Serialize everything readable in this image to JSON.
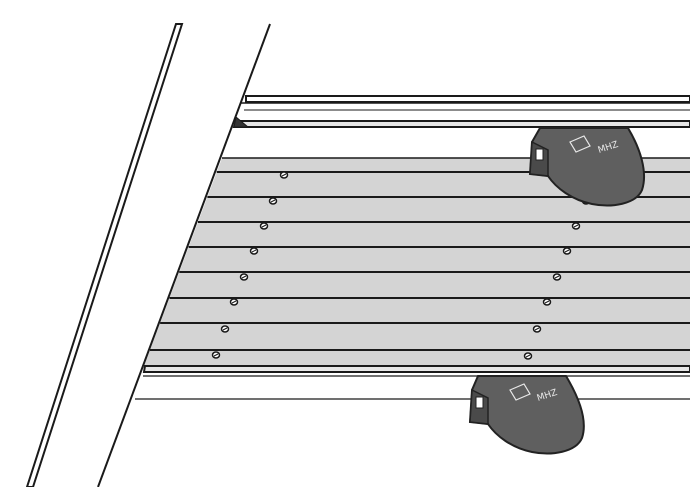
{
  "drawing": {
    "colors": {
      "background": "#ffffff",
      "line": "#1a1a1a",
      "slat_fill": "#d4d4d4",
      "bracket_fill": "#5f5f5f",
      "bracket_edge": "#222222"
    },
    "slat_count": 8,
    "screw_rows": 8,
    "components": {
      "left_frame": "left-frame-profile",
      "top_rail": "top-rail-profile",
      "bottom_rail": "bottom-rail-profile",
      "slats": "slat-panel",
      "screws": "screw-icon",
      "clips": "mounting-clip-icon"
    },
    "clip_labels": [
      {
        "text": "MHZ"
      },
      {
        "text": "MHZ"
      }
    ]
  }
}
